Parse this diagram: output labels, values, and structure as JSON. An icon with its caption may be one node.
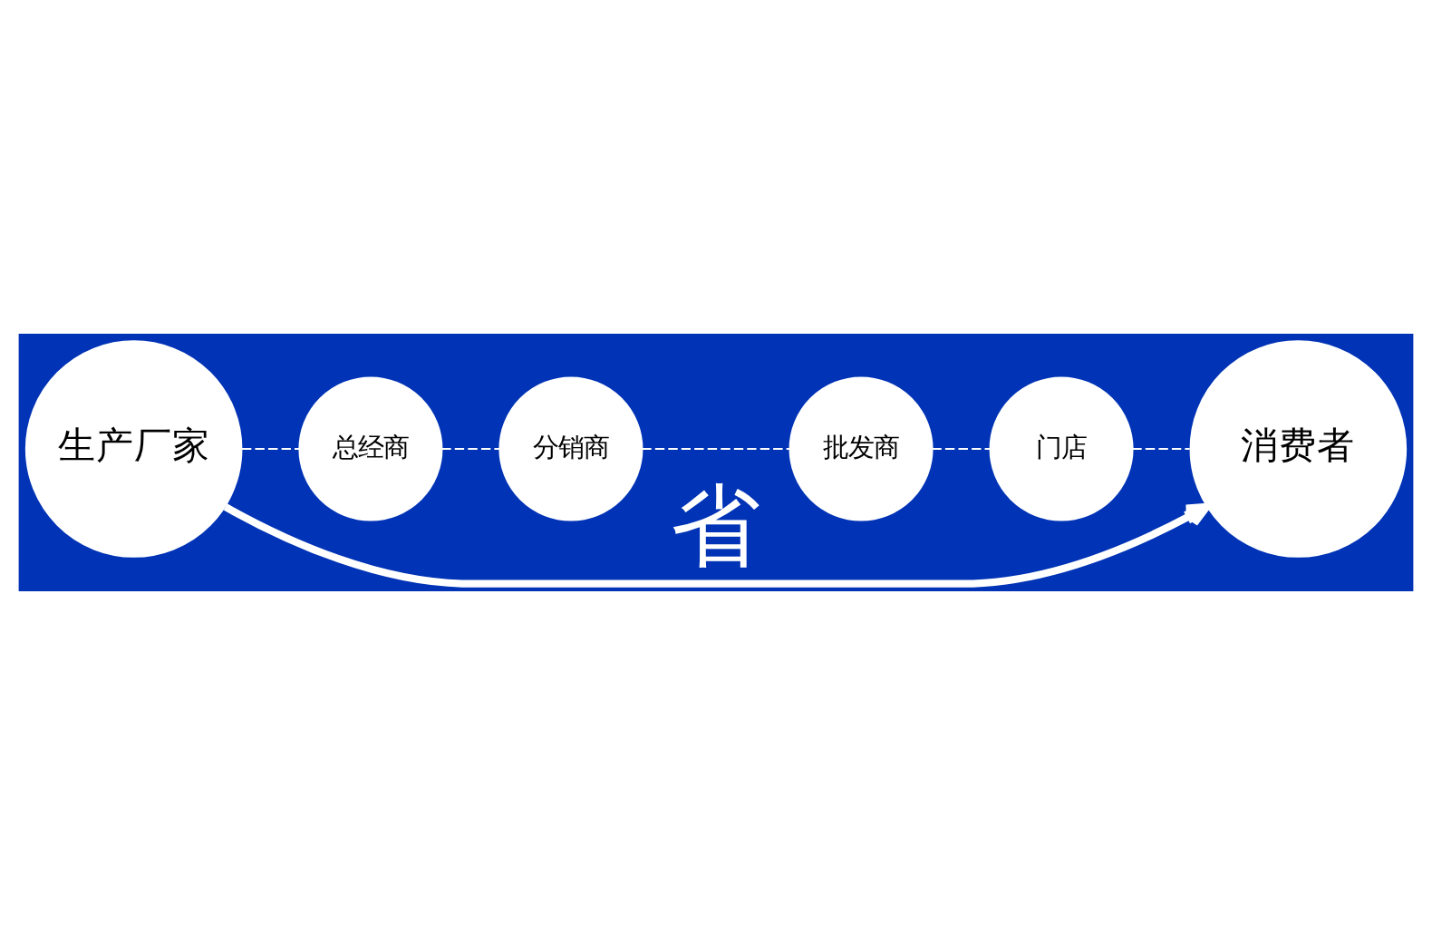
{
  "diagram": {
    "nodes": [
      {
        "text": [
          "生产厂家"
        ]
      },
      {
        "text": [
          "总经商"
        ]
      },
      {
        "text": [
          "分销商"
        ]
      },
      {
        "text": [
          "批发商"
        ]
      },
      {
        "text": [
          "门店"
        ]
      },
      {
        "text": [
          "消费者"
        ]
      }
    ],
    "edges": [
      {
        "from": 0,
        "to": 1,
        "arrow": "none",
        "style": "dashed"
      },
      {
        "from": 1,
        "to": 2,
        "arrow": "none",
        "style": "dashed"
      },
      {
        "from": 2,
        "to": 3,
        "arrow": "none",
        "style": "dashed"
      },
      {
        "from": 3,
        "to": 4,
        "arrow": "none",
        "style": "dashed"
      },
      {
        "from": 4,
        "to": 5,
        "arrow": "none",
        "style": "dashed"
      },
      {
        "from": 0,
        "to": 5,
        "arrow": "to",
        "label": "省",
        "style": "thick"
      }
    ]
  }
}
